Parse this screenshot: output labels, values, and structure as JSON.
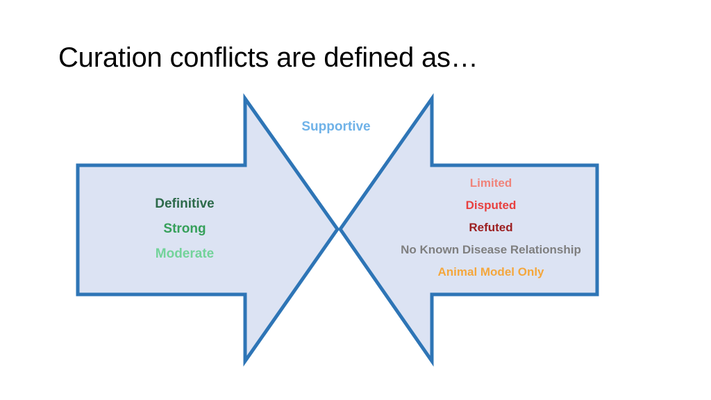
{
  "slide": {
    "title": "Curation conflicts are defined as…",
    "background_color": "#ffffff"
  },
  "diagram": {
    "type": "opposing-arrows",
    "shape_fill": "#dce3f3",
    "shape_stroke": "#2e75b6",
    "center_label": {
      "text": "Supportive",
      "color": "#6fb2e8"
    },
    "left_arrow": {
      "direction": "right",
      "items": [
        {
          "label": "Definitive",
          "color": "#2d6a4a"
        },
        {
          "label": "Strong",
          "color": "#36a05a"
        },
        {
          "label": "Moderate",
          "color": "#73d39a"
        }
      ]
    },
    "right_arrow": {
      "direction": "left",
      "items": [
        {
          "label": "Limited",
          "color": "#f0837a"
        },
        {
          "label": "Disputed",
          "color": "#e8403f"
        },
        {
          "label": "Refuted",
          "color": "#9c1f21"
        },
        {
          "label": "No Known Disease Relationship",
          "color": "#7f7f7f"
        },
        {
          "label": "Animal Model Only",
          "color": "#f4a73d"
        }
      ]
    }
  }
}
